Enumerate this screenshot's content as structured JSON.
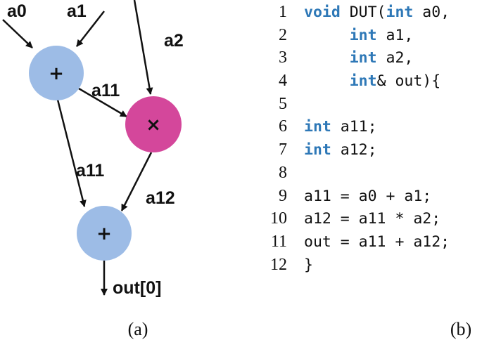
{
  "diagram": {
    "inputs": {
      "a0": "a0",
      "a1": "a1",
      "a2": "a2"
    },
    "nodes": {
      "add1": {
        "symbol": "+",
        "color": "#9dbce6"
      },
      "mul": {
        "symbol": "×",
        "color": "#d4479b"
      },
      "add2": {
        "symbol": "+",
        "color": "#9dbce6"
      }
    },
    "edges": {
      "a11_to_mul": "a11",
      "a11_to_add2": "a11",
      "a12": "a12",
      "output": "out[0]"
    },
    "caption": "(a)"
  },
  "code": {
    "caption": "(b)",
    "keyword_color": "#2e78b7",
    "lines": [
      {
        "num": "1",
        "tokens": [
          {
            "t": "void",
            "kw": true
          },
          {
            "t": " DUT("
          },
          {
            "t": "int",
            "kw": true
          },
          {
            "t": " a0,"
          }
        ]
      },
      {
        "num": "2",
        "tokens": [
          {
            "t": "     "
          },
          {
            "t": "int",
            "kw": true
          },
          {
            "t": " a1,"
          }
        ]
      },
      {
        "num": "3",
        "tokens": [
          {
            "t": "     "
          },
          {
            "t": "int",
            "kw": true
          },
          {
            "t": " a2,"
          }
        ]
      },
      {
        "num": "4",
        "tokens": [
          {
            "t": "     "
          },
          {
            "t": "int",
            "kw": true
          },
          {
            "t": "& out){"
          }
        ]
      },
      {
        "num": "5",
        "tokens": []
      },
      {
        "num": "6",
        "tokens": [
          {
            "t": "int",
            "kw": true
          },
          {
            "t": " a11;"
          }
        ]
      },
      {
        "num": "7",
        "tokens": [
          {
            "t": "int",
            "kw": true
          },
          {
            "t": " a12;"
          }
        ]
      },
      {
        "num": "8",
        "tokens": []
      },
      {
        "num": "9",
        "tokens": [
          {
            "t": "a11 = a0 + a1;"
          }
        ]
      },
      {
        "num": "10",
        "tokens": [
          {
            "t": "a12 = a11 * a2;"
          }
        ]
      },
      {
        "num": "11",
        "tokens": [
          {
            "t": "out = a11 + a12;"
          }
        ]
      },
      {
        "num": "12",
        "tokens": [
          {
            "t": "}"
          }
        ]
      }
    ]
  }
}
